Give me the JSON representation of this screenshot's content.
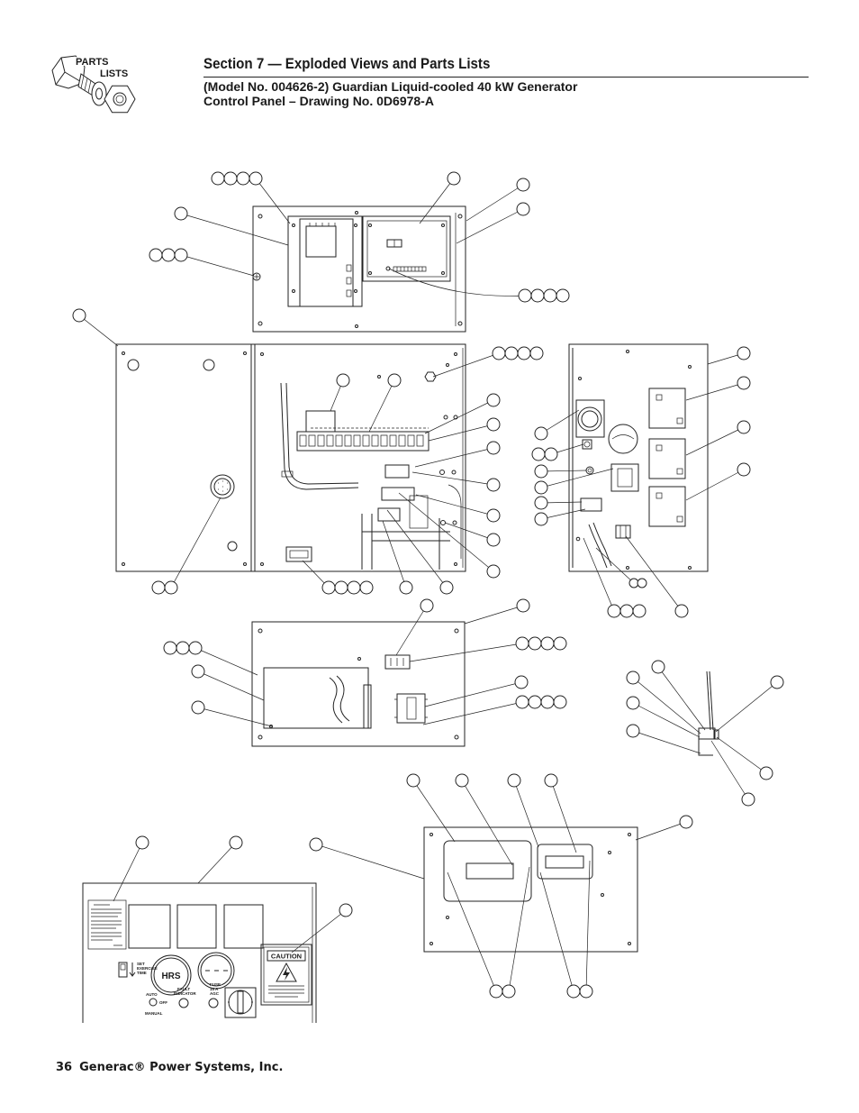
{
  "logo": {
    "line1": "PARTS",
    "line2": "LISTS"
  },
  "header": {
    "section_title": "Section 7 — Exploded Views and Parts Lists",
    "model_line": "(Model No. 004626-2) Guardian Liquid-cooled 40 kW Generator",
    "drawing_line": "Control Panel – Drawing No. 0D6978-A"
  },
  "drawing_labels": {
    "hour_meter": "HRS",
    "caution": "CAUTION",
    "exercise": [
      "SET",
      "EXERCISE",
      "TIME"
    ],
    "auto": "AUTO",
    "off": "OFF",
    "manual": "MANUAL",
    "fault": [
      "FAULT",
      "INDICATOR"
    ],
    "fuse": [
      "FUSE",
      "15 A",
      "AGC"
    ]
  },
  "footer": {
    "page_number": "36",
    "company": "Generac® Power Systems, Inc."
  }
}
